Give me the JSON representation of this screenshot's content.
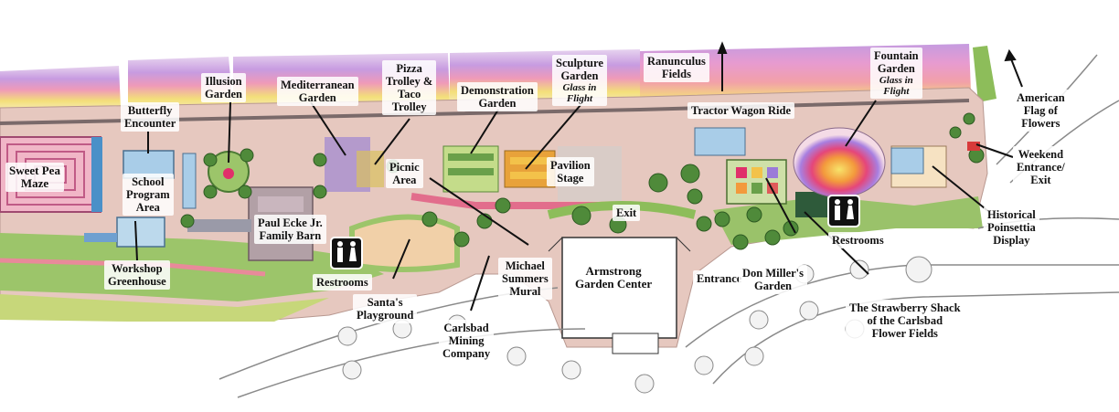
{
  "labels": {
    "butterfly": "Butterfly\nEncounter",
    "illusion": "Illusion\nGarden",
    "mediterranean": "Mediterranean\nGarden",
    "pizza": "Pizza\nTrolley &\nTaco\nTrolley",
    "demonstration": "Demonstration\nGarden",
    "sculpture": "Sculpture\nGarden",
    "sculpture_sub": "Glass in\nFlight",
    "ranunculus": "Ranunculus\nFields",
    "fountain": "Fountain\nGarden",
    "fountain_sub": "Glass in\nFlight",
    "flag": "American\nFlag of\nFlowers",
    "sweetpea": "Sweet Pea\nMaze",
    "school": "School\nProgram\nArea",
    "tractor": "Tractor Wagon Ride",
    "picnic": "Picnic\nArea",
    "pavilion": "Pavilion\nStage",
    "weekend": "Weekend\nEntrance/\nExit",
    "historical": "Historical\nPoinsettia\nDisplay",
    "exit": "Exit",
    "ecke": "Paul Ecke Jr.\nFamily Barn",
    "restrooms_left": "Restrooms",
    "restrooms_right": "Restrooms",
    "workshop": "Workshop\nGreenhouse",
    "armstrong": "Armstrong\nGarden Center",
    "michael": "Michael\nSummers\nMural",
    "entrance": "Entrance",
    "donmiller": "Don Miller's\nGarden",
    "santa": "Santa's\nPlayground",
    "carlsbad": "Carlsbad\nMining\nCompany",
    "strawberry": "The Strawberry Shack\nof the Carlsbad\nFlower Fields"
  },
  "colors": {
    "path": "#e6c8bf",
    "grass": "#8dbd5a",
    "field_purple": "#c79be0",
    "field_pink": "#ef9ab8",
    "field_yellow": "#f3df7a",
    "restroom_icon": "#111111"
  }
}
